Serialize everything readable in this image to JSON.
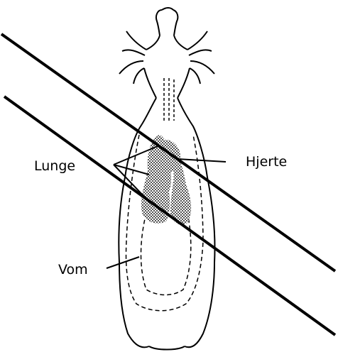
{
  "labels": {
    "lung": "Lunge",
    "heart": "Hjerte",
    "rumen": "Vom"
  },
  "colors": {
    "ink": "#000000",
    "background": "#ffffff",
    "shading": "#555555"
  }
}
